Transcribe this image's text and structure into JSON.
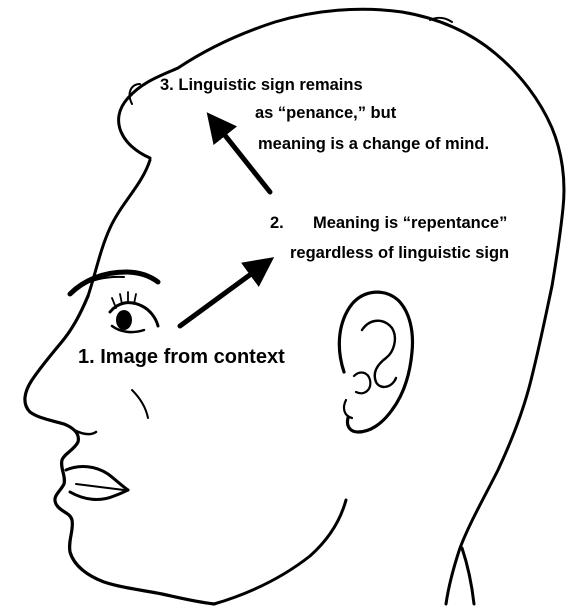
{
  "figure": {
    "steps": [
      {
        "number": "3.",
        "lines": [
          "Linguistic sign remains",
          "as “penance,” but",
          "meaning is a change of mind."
        ]
      },
      {
        "number": "2.",
        "lines": [
          "Meaning is “repentance”",
          "regardless of linguistic sign"
        ]
      },
      {
        "number": "1.",
        "lines": [
          "Image from context"
        ]
      }
    ],
    "colors": {
      "ink": "#000000",
      "background": "#ffffff"
    },
    "illustration": "head-profile-outline"
  }
}
